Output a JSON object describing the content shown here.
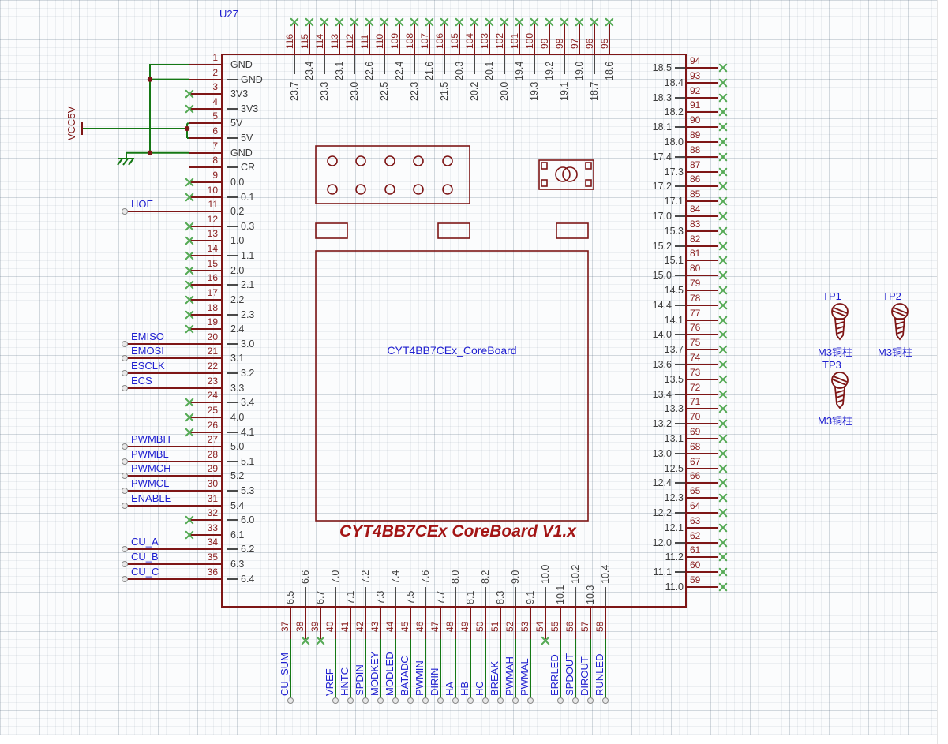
{
  "diagram": {
    "ref": "U27",
    "inner_label": "CYT4BB7CEx_CoreBoard",
    "title": "CYT4BB7CEx CoreBoard V1.x",
    "colors": {
      "component": "#7E1616",
      "pin_number": "#8B2121",
      "pin_name": "#3d3d3d",
      "wire": "#157815",
      "no_connect": "#55AA55",
      "net_label": "#1F1FD0",
      "title": "#A31515"
    }
  },
  "power": {
    "vcc_flag": "VCC5V"
  },
  "left_pins": [
    {
      "num": 1,
      "name": "GND"
    },
    {
      "num": 2,
      "name": "GND"
    },
    {
      "num": 3,
      "name": "3V3",
      "nc": true
    },
    {
      "num": 4,
      "name": "3V3",
      "nc": true
    },
    {
      "num": 5,
      "name": "5V"
    },
    {
      "num": 6,
      "name": "5V"
    },
    {
      "num": 7,
      "name": "GND"
    },
    {
      "num": 8,
      "name": "CR"
    },
    {
      "num": 9,
      "name": "0.0",
      "nc": true
    },
    {
      "num": 10,
      "name": "0.1",
      "nc": true
    },
    {
      "num": 11,
      "name": "0.2",
      "net": "HOE"
    },
    {
      "num": 12,
      "name": "0.3",
      "nc": true
    },
    {
      "num": 13,
      "name": "1.0",
      "nc": true
    },
    {
      "num": 14,
      "name": "1.1",
      "nc": true
    },
    {
      "num": 15,
      "name": "2.0",
      "nc": true
    },
    {
      "num": 16,
      "name": "2.1",
      "nc": true
    },
    {
      "num": 17,
      "name": "2.2",
      "nc": true
    },
    {
      "num": 18,
      "name": "2.3",
      "nc": true
    },
    {
      "num": 19,
      "name": "2.4",
      "nc": true
    },
    {
      "num": 20,
      "name": "3.0",
      "net": "EMISO"
    },
    {
      "num": 21,
      "name": "3.1",
      "net": "EMOSI"
    },
    {
      "num": 22,
      "name": "3.2",
      "net": "ESCLK"
    },
    {
      "num": 23,
      "name": "3.3",
      "net": "ECS"
    },
    {
      "num": 24,
      "name": "3.4",
      "nc": true
    },
    {
      "num": 25,
      "name": "4.0",
      "nc": true
    },
    {
      "num": 26,
      "name": "4.1",
      "nc": true
    },
    {
      "num": 27,
      "name": "5.0",
      "net": "PWMBH"
    },
    {
      "num": 28,
      "name": "5.1",
      "net": "PWMBL"
    },
    {
      "num": 29,
      "name": "5.2",
      "net": "PWMCH"
    },
    {
      "num": 30,
      "name": "5.3",
      "net": "PWMCL"
    },
    {
      "num": 31,
      "name": "5.4",
      "net": "ENABLE"
    },
    {
      "num": 32,
      "name": "6.0",
      "nc": true
    },
    {
      "num": 33,
      "name": "6.1",
      "nc": true
    },
    {
      "num": 34,
      "name": "6.2",
      "net": "CU_A"
    },
    {
      "num": 35,
      "name": "6.3",
      "net": "CU_B"
    },
    {
      "num": 36,
      "name": "6.4",
      "net": "CU_C"
    }
  ],
  "bottom_pins": [
    {
      "num": 37,
      "name": "6.5",
      "net": "CU_SUM"
    },
    {
      "num": 38,
      "name": "6.6",
      "nc": true
    },
    {
      "num": 39,
      "name": "6.7",
      "nc": true
    },
    {
      "num": 40,
      "name": "7.0",
      "net": "VREF"
    },
    {
      "num": 41,
      "name": "7.1",
      "net": "HNTC"
    },
    {
      "num": 42,
      "name": "7.2",
      "net": "SPDIN"
    },
    {
      "num": 43,
      "name": "7.3",
      "net": "MODKEY"
    },
    {
      "num": 44,
      "name": "7.4",
      "net": "MODLED"
    },
    {
      "num": 45,
      "name": "7.5",
      "net": "BATADC"
    },
    {
      "num": 46,
      "name": "7.6",
      "net": "PWMIN"
    },
    {
      "num": 47,
      "name": "7.7",
      "net": "DIRIN"
    },
    {
      "num": 48,
      "name": "8.0",
      "net": "HA"
    },
    {
      "num": 49,
      "name": "8.1",
      "net": "HB"
    },
    {
      "num": 50,
      "name": "8.2",
      "net": "HC"
    },
    {
      "num": 51,
      "name": "8.3",
      "net": "BREAK"
    },
    {
      "num": 52,
      "name": "9.0",
      "net": "PWMAH"
    },
    {
      "num": 53,
      "name": "9.1",
      "net": "PWMAL"
    },
    {
      "num": 54,
      "name": "10.0",
      "nc": true
    },
    {
      "num": 55,
      "name": "10.1",
      "net": "ERRLED"
    },
    {
      "num": 56,
      "name": "10.2",
      "net": "SPDOUT"
    },
    {
      "num": 57,
      "name": "10.3",
      "net": "DIROUT"
    },
    {
      "num": 58,
      "name": "10.4",
      "net": "RUNLED"
    }
  ],
  "right_pins": [
    {
      "num": 94,
      "name": "18.5",
      "nc": true
    },
    {
      "num": 93,
      "name": "18.4",
      "nc": true
    },
    {
      "num": 92,
      "name": "18.3",
      "nc": true
    },
    {
      "num": 91,
      "name": "18.2",
      "nc": true
    },
    {
      "num": 90,
      "name": "18.1",
      "nc": true
    },
    {
      "num": 89,
      "name": "18.0",
      "nc": true
    },
    {
      "num": 88,
      "name": "17.4",
      "nc": true
    },
    {
      "num": 87,
      "name": "17.3",
      "nc": true
    },
    {
      "num": 86,
      "name": "17.2",
      "nc": true
    },
    {
      "num": 85,
      "name": "17.1",
      "nc": true
    },
    {
      "num": 84,
      "name": "17.0",
      "nc": true
    },
    {
      "num": 83,
      "name": "15.3",
      "nc": true
    },
    {
      "num": 82,
      "name": "15.2",
      "nc": true
    },
    {
      "num": 81,
      "name": "15.1",
      "nc": true
    },
    {
      "num": 80,
      "name": "15.0",
      "nc": true
    },
    {
      "num": 79,
      "name": "14.5",
      "nc": true
    },
    {
      "num": 78,
      "name": "14.4",
      "nc": true
    },
    {
      "num": 77,
      "name": "14.1",
      "nc": true
    },
    {
      "num": 76,
      "name": "14.0",
      "nc": true
    },
    {
      "num": 75,
      "name": "13.7",
      "nc": true
    },
    {
      "num": 74,
      "name": "13.6",
      "nc": true
    },
    {
      "num": 73,
      "name": "13.5",
      "nc": true
    },
    {
      "num": 72,
      "name": "13.4",
      "nc": true
    },
    {
      "num": 71,
      "name": "13.3",
      "nc": true
    },
    {
      "num": 70,
      "name": "13.2",
      "nc": true
    },
    {
      "num": 69,
      "name": "13.1",
      "nc": true
    },
    {
      "num": 68,
      "name": "13.0",
      "nc": true
    },
    {
      "num": 67,
      "name": "12.5",
      "nc": true
    },
    {
      "num": 66,
      "name": "12.4",
      "nc": true
    },
    {
      "num": 65,
      "name": "12.3",
      "nc": true
    },
    {
      "num": 64,
      "name": "12.2",
      "nc": true
    },
    {
      "num": 63,
      "name": "12.1",
      "nc": true
    },
    {
      "num": 62,
      "name": "12.0",
      "nc": true
    },
    {
      "num": 61,
      "name": "11.2",
      "nc": true
    },
    {
      "num": 60,
      "name": "11.1",
      "nc": true
    },
    {
      "num": 59,
      "name": "11.0",
      "nc": true
    }
  ],
  "top_pins": [
    {
      "num": 116,
      "name": "23.7",
      "nc": true
    },
    {
      "num": 115,
      "name": "23.4",
      "nc": true
    },
    {
      "num": 114,
      "name": "23.3",
      "nc": true
    },
    {
      "num": 113,
      "name": "23.1",
      "nc": true
    },
    {
      "num": 112,
      "name": "23.0",
      "nc": true
    },
    {
      "num": 111,
      "name": "22.6",
      "nc": true
    },
    {
      "num": 110,
      "name": "22.5",
      "nc": true
    },
    {
      "num": 109,
      "name": "22.4",
      "nc": true
    },
    {
      "num": 108,
      "name": "22.3",
      "nc": true
    },
    {
      "num": 107,
      "name": "21.6",
      "nc": true
    },
    {
      "num": 106,
      "name": "21.5",
      "nc": true
    },
    {
      "num": 105,
      "name": "20.3",
      "nc": true
    },
    {
      "num": 104,
      "name": "20.2",
      "nc": true
    },
    {
      "num": 103,
      "name": "20.1",
      "nc": true
    },
    {
      "num": 102,
      "name": "20.0",
      "nc": true
    },
    {
      "num": 101,
      "name": "19.4",
      "nc": true
    },
    {
      "num": 100,
      "name": "19.3",
      "nc": true
    },
    {
      "num": 99,
      "name": "19.2",
      "nc": true
    },
    {
      "num": 98,
      "name": "19.1",
      "nc": true
    },
    {
      "num": 97,
      "name": "19.0",
      "nc": true
    },
    {
      "num": 96,
      "name": "18.7",
      "nc": true
    },
    {
      "num": 95,
      "name": "18.6",
      "nc": true
    }
  ],
  "testpoints": [
    {
      "ref": "TP1",
      "note": "M3铜柱"
    },
    {
      "ref": "TP2",
      "note": "M3铜柱"
    },
    {
      "ref": "TP3",
      "note": "M3铜柱"
    }
  ]
}
